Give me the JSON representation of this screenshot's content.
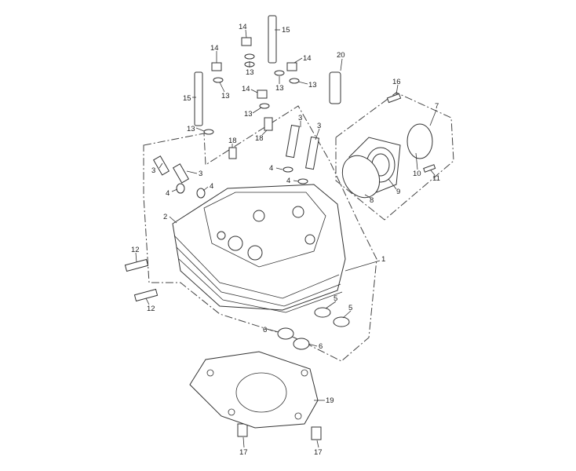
{
  "diagram": {
    "title": "Cylinder head exploded parts diagram",
    "callouts": [
      "14",
      "15",
      "14",
      "13",
      "14",
      "20",
      "16",
      "7",
      "13",
      "15",
      "13",
      "13",
      "14",
      "13",
      "13",
      "18",
      "18",
      "3",
      "3",
      "3",
      "3",
      "4",
      "4",
      "4",
      "4",
      "2",
      "10",
      "11",
      "9",
      "8",
      "12",
      "1",
      "12",
      "5",
      "5",
      "6",
      "6",
      "19",
      "17",
      "17"
    ]
  }
}
